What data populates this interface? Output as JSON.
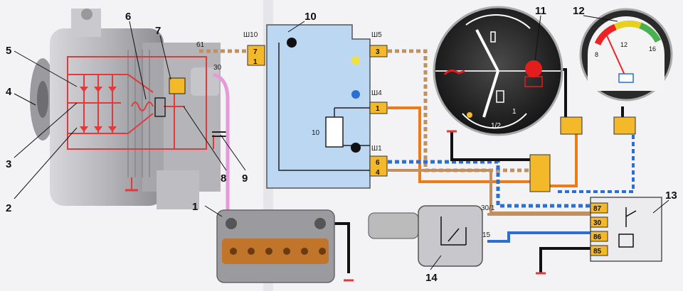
{
  "callouts": {
    "c1": "1",
    "c2": "2",
    "c3": "3",
    "c4": "4",
    "c5": "5",
    "c6": "6",
    "c7": "7",
    "c8": "8",
    "c9": "9",
    "c10": "10",
    "c11": "11",
    "c12": "12",
    "c13": "13",
    "c14": "14"
  },
  "alternator": {
    "term61": "61",
    "term30": "30"
  },
  "block": {
    "sh10": "Ш10",
    "sh5": "Ш5",
    "sh4": "Ш4",
    "sh1": "Ш1",
    "pin7": "7",
    "pin1": "1",
    "pin3": "3",
    "pin1b": "1",
    "pin6": "6",
    "pin4": "4",
    "resistor": "10"
  },
  "gauge_cluster": {
    "fuel_half": "1/2",
    "mark_one": "1"
  },
  "voltmeter": {
    "tick_8": "8",
    "tick_12": "12",
    "tick_16": "16"
  },
  "ignition": {
    "term30_1": "30/1",
    "term15": "15"
  },
  "relay": {
    "pin87": "87",
    "pin30": "30",
    "pin86": "86",
    "pin85": "85"
  },
  "colors": {
    "red_wire": "#e23a3a",
    "pink_wire": "#e69ad8",
    "orange_wire": "#f07a14",
    "blue_wire": "#2a6fd6",
    "brown_wire": "#c09060",
    "black_wire": "#111111",
    "connector": "#f3b92b",
    "block_fill": "#bcd7f2"
  }
}
